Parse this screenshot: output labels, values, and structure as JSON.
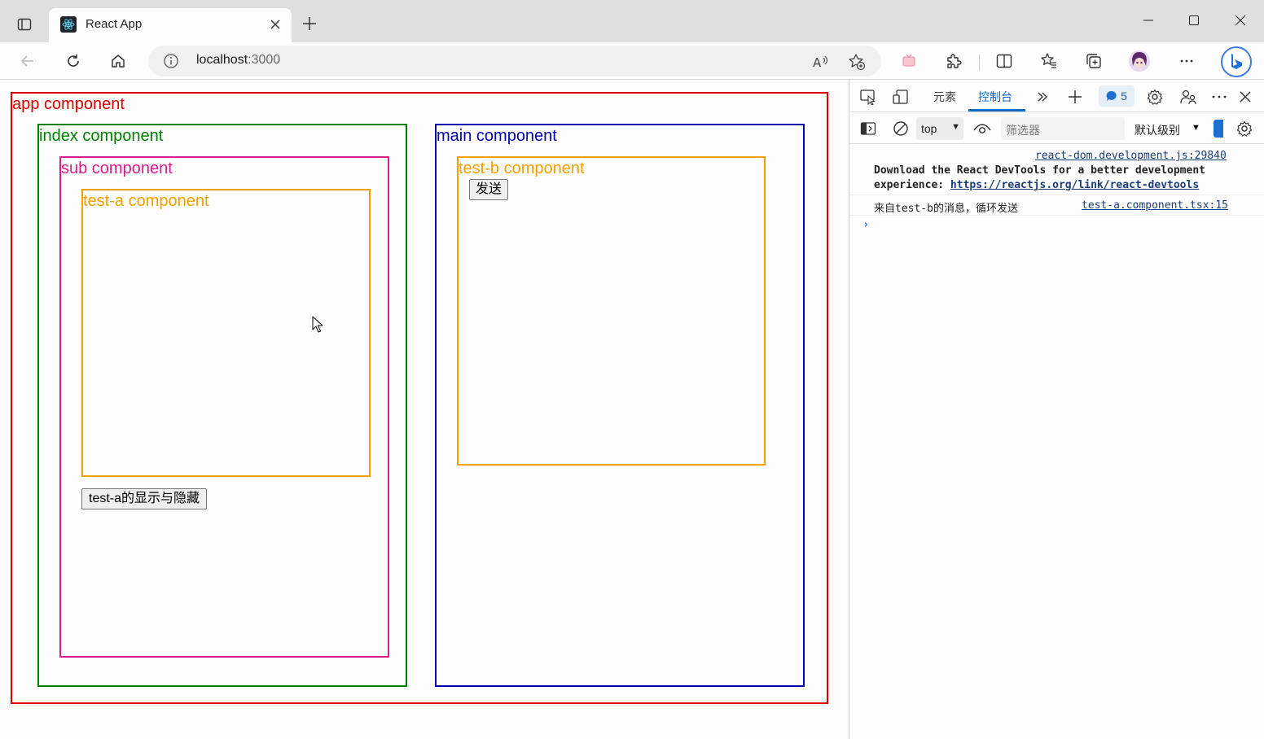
{
  "browser": {
    "tab_title": "React App",
    "address_host": "localhost",
    "address_port": ":3000"
  },
  "page": {
    "app": {
      "label": "app component",
      "color": "#e00000"
    },
    "index": {
      "label": "index component",
      "color": "#008000"
    },
    "sub": {
      "label": "sub component",
      "color": "#d91c8c"
    },
    "test_a": {
      "label": "test-a component",
      "color": "#f5a000"
    },
    "toggle_button": "test-a的显示与隐藏",
    "main": {
      "label": "main component",
      "color": "#0000b0"
    },
    "test_b": {
      "label": "test-b component",
      "color": "#f5a000"
    },
    "send_button": "发送"
  },
  "devtools": {
    "tabs": {
      "elements": "元素",
      "console": "控制台"
    },
    "issues_count": "5",
    "context": "top",
    "filter_placeholder": "筛选器",
    "level": "默认级别",
    "messages": [
      {
        "source": "react-dom.development.js:29840",
        "text_line1": "Download the React DevTools for a better development",
        "text_line2_prefix": "experience: ",
        "link": "https://reactjs.org/link/react-devtools"
      },
      {
        "text": "来自test-b的消息，循环发送",
        "source": "test-a.component.tsx:15"
      }
    ],
    "prompt": "›"
  }
}
